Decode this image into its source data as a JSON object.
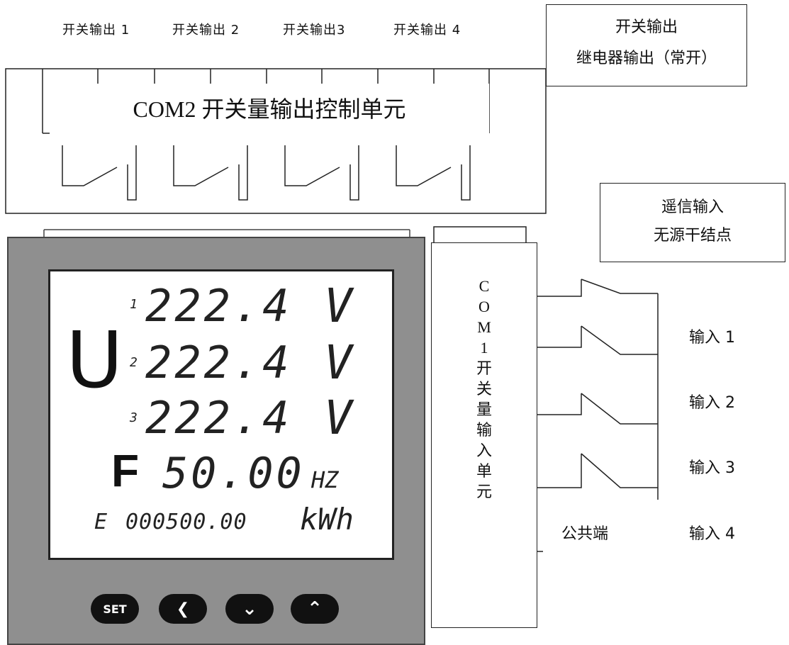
{
  "relay_labels": [
    "开关输出 1",
    "开关输出 2",
    "开关输出3",
    "开关输出 4"
  ],
  "relay_legend": {
    "line1": "开关输出",
    "line2": "继电器输出（常开）"
  },
  "com2_title": "COM2  开关量输出控制单元",
  "remote_legend": {
    "line1": "遥信输入",
    "line2": "无源干结点"
  },
  "com1_vertical": [
    "C",
    "O",
    "M",
    "1",
    "开",
    "关",
    "量",
    "输",
    "入",
    "单",
    "元"
  ],
  "inputs": [
    "输入 1",
    "输入 2",
    "输入 3",
    "输入 4"
  ],
  "common_label": "公共端",
  "meter": {
    "big_u": "U",
    "rows": [
      {
        "phase": "1",
        "value": "222.4",
        "unit": "V"
      },
      {
        "phase": "2",
        "value": "222.4",
        "unit": "V"
      },
      {
        "phase": "3",
        "value": "222.4",
        "unit": "V"
      }
    ],
    "freq": {
      "symbol": "F",
      "value": "50.00",
      "unit": "HZ"
    },
    "energy": {
      "prefix": "E",
      "value": "000500.00",
      "unit": "kWh"
    }
  },
  "buttons": {
    "set": "SET",
    "left": "❮",
    "down": "⌄",
    "up": "⌃"
  },
  "colors": {
    "panel": "#8f8f8f",
    "lcd": "#ffffff",
    "button": "#111111"
  }
}
